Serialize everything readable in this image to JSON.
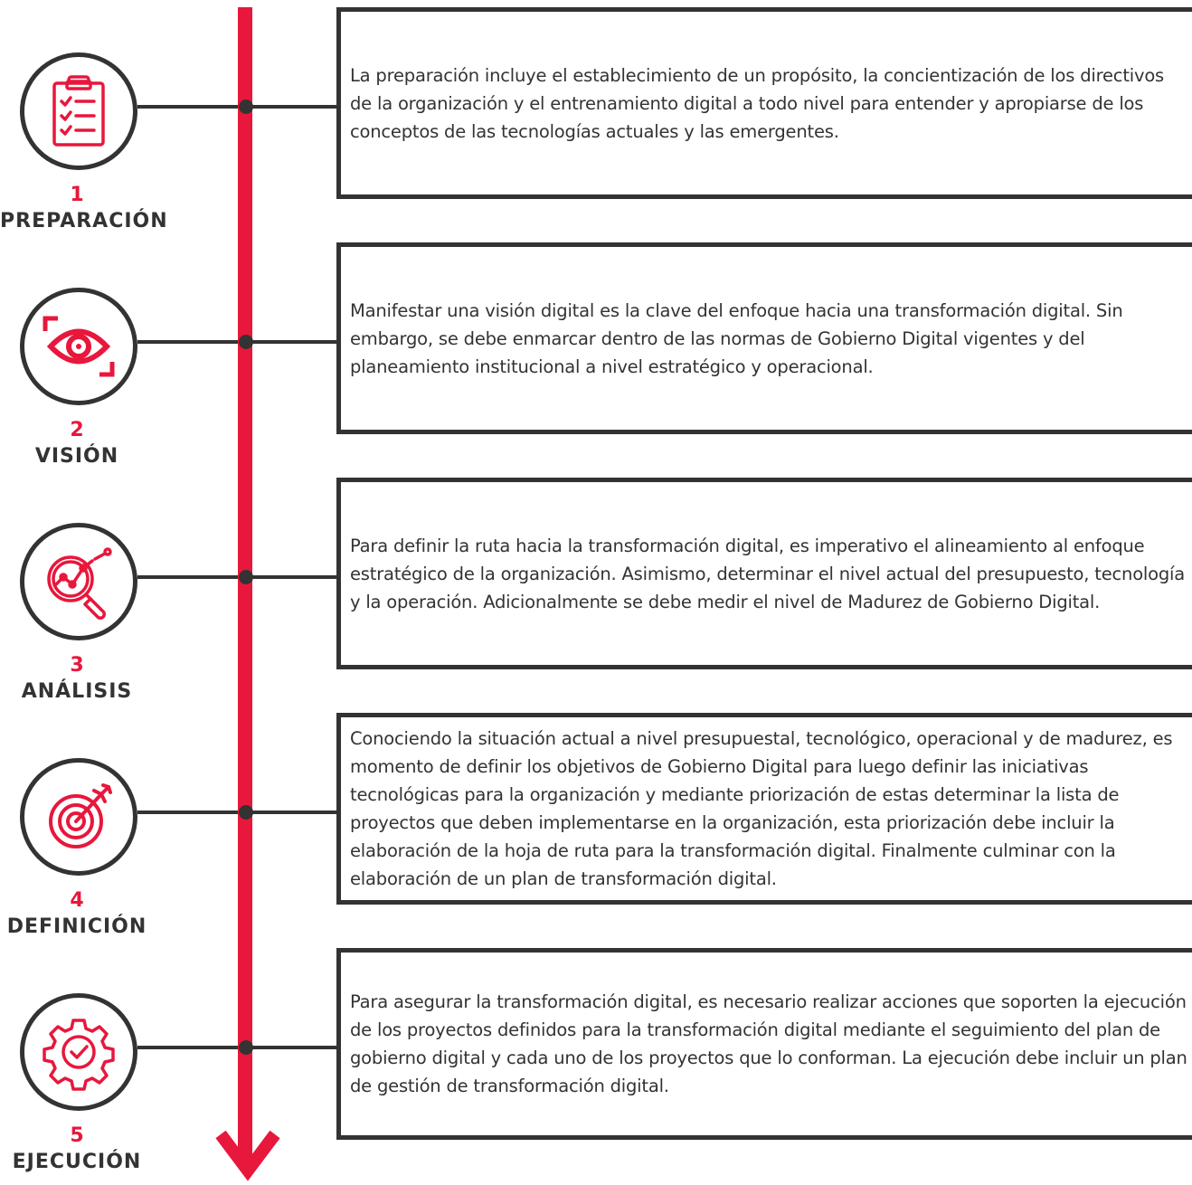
{
  "colors": {
    "accent": "#e8173c",
    "line": "#333333",
    "text": "#333333"
  },
  "steps": [
    {
      "number": "1",
      "label": "PREPARACIÓN",
      "icon": "clipboard-checklist-icon",
      "text": "La preparación incluye el establecimiento de un propósito, la concientización de los directivos de la organización y el entrenamiento digital a todo nivel para entender y apropiarse de los conceptos de las tecnologías actuales y las emergentes."
    },
    {
      "number": "2",
      "label": "VISIÓN",
      "icon": "eye-focus-icon",
      "text": "Manifestar una visión digital es la clave del enfoque hacia una transformación digital. Sin embargo, se debe enmarcar dentro de las normas de Gobierno Digital vigentes y del planeamiento institucional a nivel estratégico y operacional."
    },
    {
      "number": "3",
      "label": "ANÁLISIS",
      "icon": "magnifier-chart-icon",
      "text": "Para definir la ruta hacia la transformación digital, es imperativo el alineamiento al enfoque estratégico de la organización. Asimismo, determinar el nivel actual del presupuesto, tecnología y la operación. Adicionalmente se debe medir el nivel de Madurez de Gobierno Digital."
    },
    {
      "number": "4",
      "label": "DEFINICIÓN",
      "icon": "target-arrow-icon",
      "text": "Conociendo la situación actual a nivel presupuestal, tecnológico, operacional y de madurez, es momento de definir los objetivos de Gobierno Digital para luego definir las iniciativas tecnológicas para la organización y mediante priorización de estas determinar la lista de proyectos que deben implementarse en la organización, esta priorización debe incluir la elaboración de la hoja de ruta para la transformación digital. Finalmente culminar con la elaboración de un plan de transformación digital."
    },
    {
      "number": "5",
      "label": "EJECUCIÓN",
      "icon": "gear-check-icon",
      "text": "Para asegurar la transformación digital, es necesario realizar acciones que soporten la ejecución de los proyectos definidos para la transformación digital mediante el seguimiento del plan de gobierno digital y cada uno de los proyectos que lo conforman. La ejecución debe incluir un plan de gestión de transformación digital."
    }
  ]
}
